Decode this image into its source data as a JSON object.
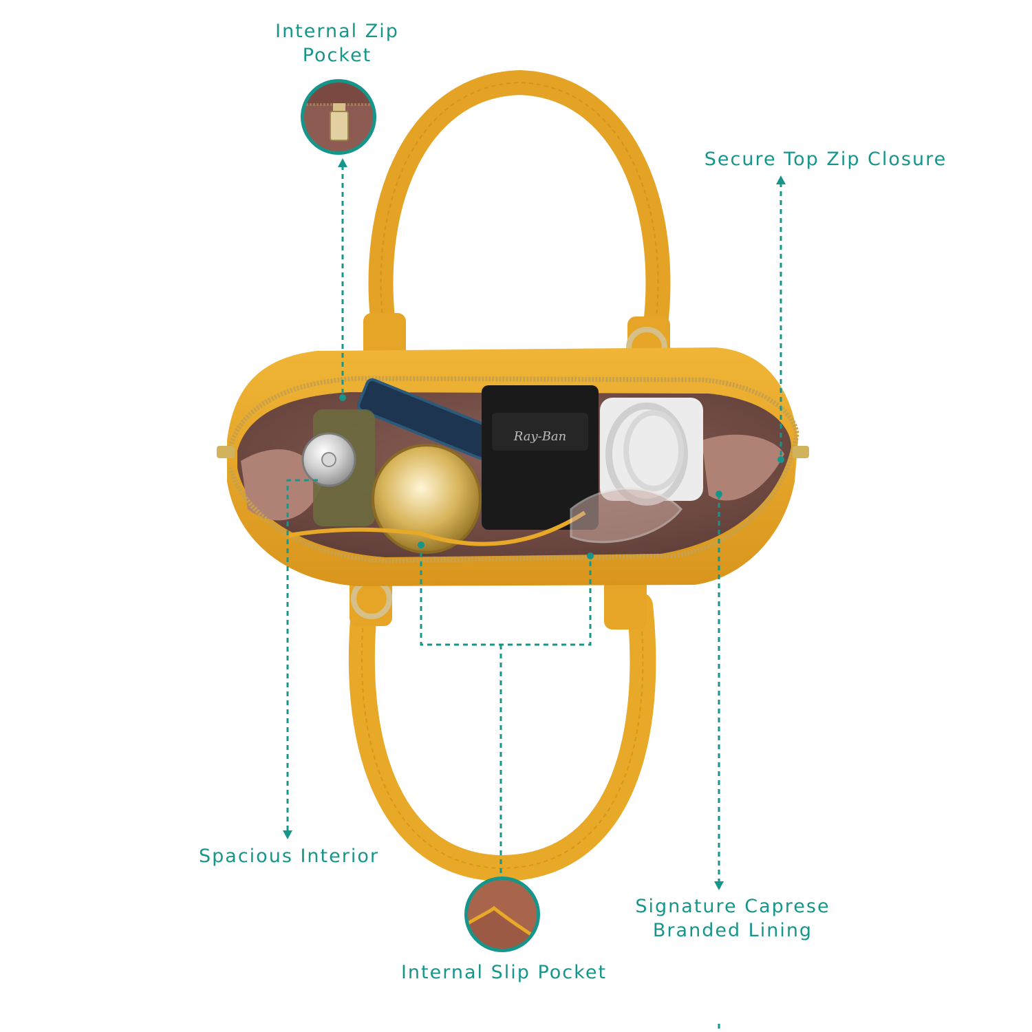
{
  "colors": {
    "accent": "#16958b",
    "leather": "#e8a828",
    "lining": "#a8776c",
    "zipper": "#c9a14a"
  },
  "callouts": {
    "internal_zip_pocket": {
      "line1": "Internal Zip",
      "line2": "Pocket"
    },
    "secure_top_zip": {
      "text": "Secure Top Zip Closure"
    },
    "spacious_interior": {
      "text": "Spacious Interior"
    },
    "branded_lining": {
      "line1": "Signature Caprese",
      "line2": "Branded Lining"
    },
    "internal_slip_pocket": {
      "text": "Internal Slip Pocket"
    }
  },
  "bag_logo_text": "Ray-Ban"
}
